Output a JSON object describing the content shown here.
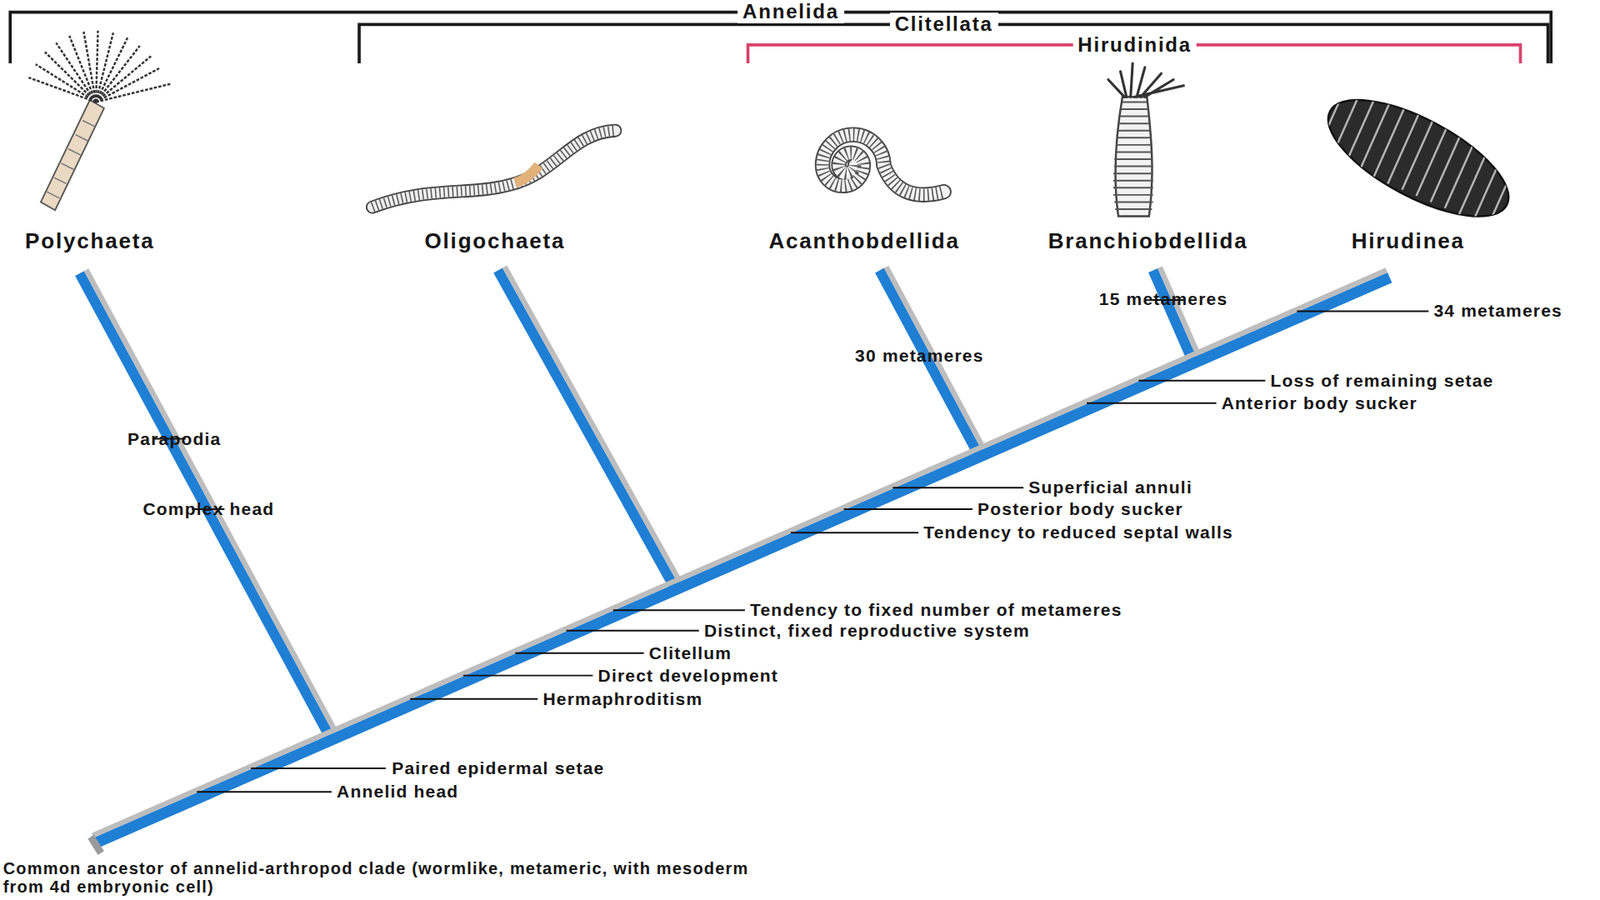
{
  "diagram": {
    "labels": [
      "Annelida",
      "Clitellata",
      "Hirudinida",
      "Polychaeta",
      "Oligochaeta",
      "Acanthobdellida",
      "Branchiobdellida",
      "Hirudinea",
      "Parapodia",
      "Complex head",
      "30 metameres",
      "15 metameres",
      "34 metameres",
      "Loss of remaining setae",
      "Anterior body sucker",
      "Superficial annuli",
      "Posterior body sucker",
      "Tendency to reduced septal walls",
      "Tendency to fixed number of metameres",
      "Distinct, fixed reproductive system",
      "Clitellum",
      "Direct development",
      "Hermaphroditism",
      "Paired epidermal setae",
      "Annelid head",
      "Common ancestor of annelid-arthropod clade (wormlike, metameric, with mesoderm from 4d embryonic cell)"
    ]
  }
}
